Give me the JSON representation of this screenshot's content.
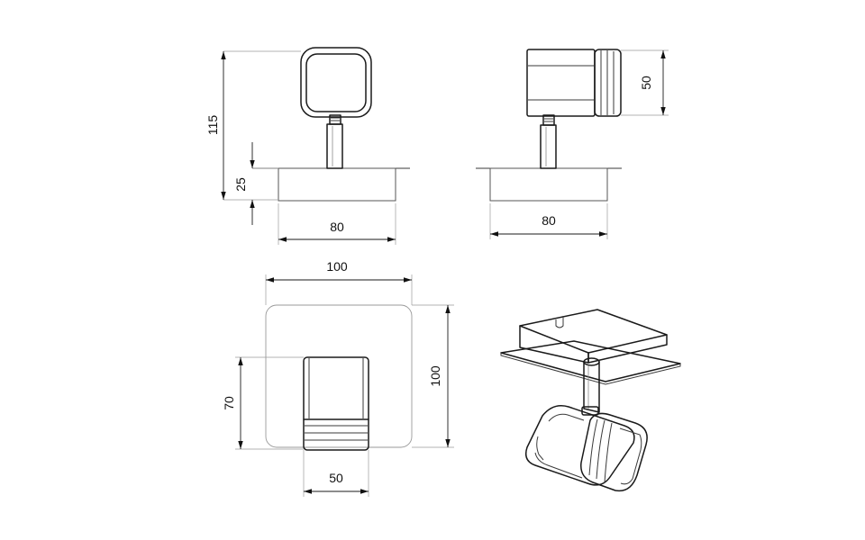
{
  "dimensions": {
    "height_total": "115",
    "base_height": "25",
    "front_width": "80",
    "side_head_height": "50",
    "side_width": "80",
    "plate_width": "100",
    "plate_depth": "100",
    "head_length": "70",
    "head_width": "50"
  }
}
